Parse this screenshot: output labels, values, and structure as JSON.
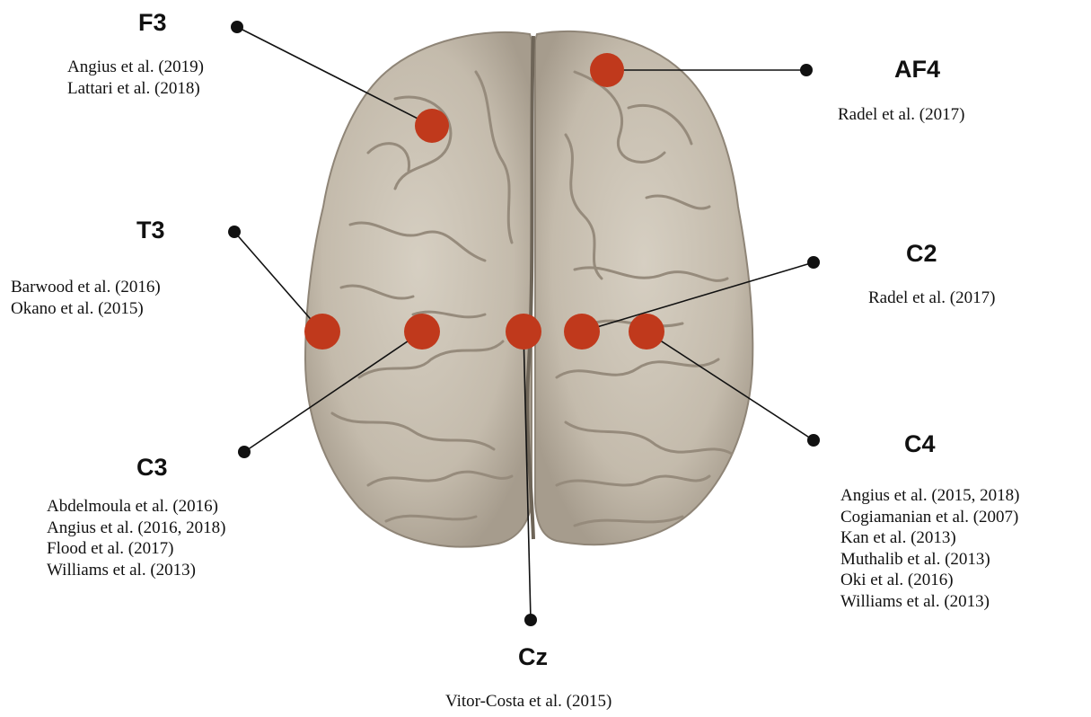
{
  "sites": [
    {
      "id": "F3",
      "label": "F3",
      "references": [
        "Angius et al. (2019)",
        "Lattari et al. (2018)"
      ]
    },
    {
      "id": "AF4",
      "label": "AF4",
      "references": [
        "Radel et al. (2017)"
      ]
    },
    {
      "id": "T3",
      "label": "T3",
      "references": [
        "Barwood et al. (2016)",
        "Okano et al. (2015)"
      ]
    },
    {
      "id": "C2",
      "label": "C2",
      "references": [
        "Radel et al. (2017)"
      ]
    },
    {
      "id": "C3",
      "label": "C3",
      "references": [
        "Abdelmoula et al. (2016)",
        "Angius et al. (2016, 2018)",
        "Flood et al. (2017)",
        "Williams et al. (2013)"
      ]
    },
    {
      "id": "C4",
      "label": "C4",
      "references": [
        "Angius et al. (2015, 2018)",
        "Cogiamanian et al. (2007)",
        "Kan et al. (2013)",
        "Muthalib et al. (2013)",
        "Oki et al. (2016)",
        "Williams et al. (2013)"
      ]
    },
    {
      "id": "Cz",
      "label": "Cz",
      "references": [
        "Vitor-Costa et al. (2015)"
      ]
    }
  ],
  "colors": {
    "electrode": "#c0391c",
    "brain": "#c7beaf",
    "brain_dark": "#8f8577",
    "leader": "#111111"
  }
}
